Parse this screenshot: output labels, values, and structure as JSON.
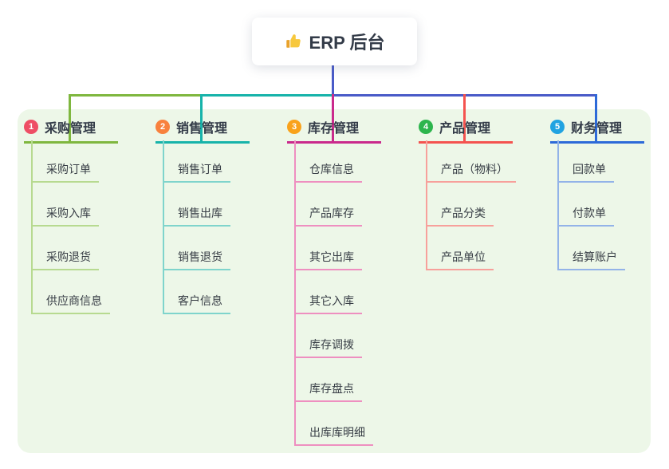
{
  "root": {
    "title": "ERP 后台",
    "icon": "thumbs-up"
  },
  "colors": {
    "canvas_bg": "#ffffff",
    "panel_bg": "#edf7e8",
    "stem_blue": "#4a5bc8",
    "root_text": "#333b48",
    "item_text": "#383e46"
  },
  "branches": [
    {
      "badge": "1",
      "label": "采购管理",
      "color": "#7fb73f",
      "badge_color": "#ee4e65",
      "light_color": "#b7da90",
      "items": [
        "采购订单",
        "采购入库",
        "采购退货",
        "供应商信息"
      ]
    },
    {
      "badge": "2",
      "label": "销售管理",
      "color": "#17b3aa",
      "badge_color": "#f8813d",
      "light_color": "#7fd4cc",
      "items": [
        "销售订单",
        "销售出库",
        "销售退货",
        "客户信息"
      ]
    },
    {
      "badge": "3",
      "label": "库存管理",
      "color": "#ca2a8c",
      "badge_color": "#f9a21b",
      "light_color": "#ee8fc0",
      "items": [
        "仓库信息",
        "产品库存",
        "其它出库",
        "其它入库",
        "库存调拨",
        "库存盘点",
        "出库库明细"
      ]
    },
    {
      "badge": "4",
      "label": "产品管理",
      "color": "#f4534f",
      "badge_color": "#2db54d",
      "light_color": "#f7a09b",
      "items": [
        "产品（物料）",
        "产品分类",
        "产品单位"
      ]
    },
    {
      "badge": "5",
      "label": "财务管理",
      "color": "#2d6ad8",
      "badge_color": "#21a3e1",
      "light_color": "#93b3e8",
      "items": [
        "回款单",
        "付款单",
        "结算账户"
      ]
    }
  ]
}
